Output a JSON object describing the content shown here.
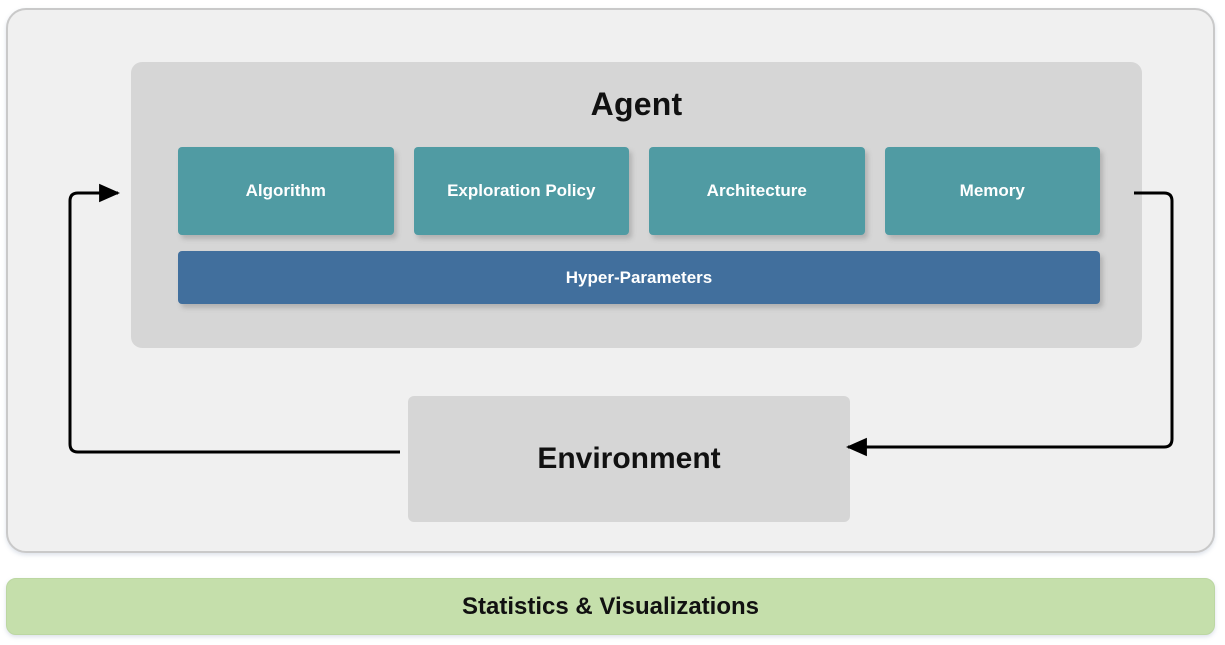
{
  "diagram": {
    "outer_panel": {
      "name": "Reinforcement Learning Framework Panel",
      "background_color": "#f0f0f0",
      "border_color": "#c9c9c9"
    },
    "agent": {
      "title": "Agent",
      "background_color": "#d6d6d6",
      "components": [
        {
          "label": "Algorithm",
          "color": "#509ba3"
        },
        {
          "label": "Exploration Policy",
          "color": "#509ba3"
        },
        {
          "label": "Architecture",
          "color": "#509ba3"
        },
        {
          "label": "Memory",
          "color": "#509ba3"
        }
      ],
      "hyper_parameters": {
        "label": "Hyper-Parameters",
        "color": "#416f9d"
      }
    },
    "environment": {
      "label": "Environment",
      "background_color": "#d6d6d6"
    },
    "connectors": [
      {
        "name": "environment-to-agent",
        "direction": "right",
        "stroke_color": "#000000"
      },
      {
        "name": "agent-to-environment",
        "direction": "left",
        "stroke_color": "#000000"
      }
    ],
    "statistics": {
      "label": "Statistics & Visualizations",
      "color": "#c5dfab"
    }
  }
}
